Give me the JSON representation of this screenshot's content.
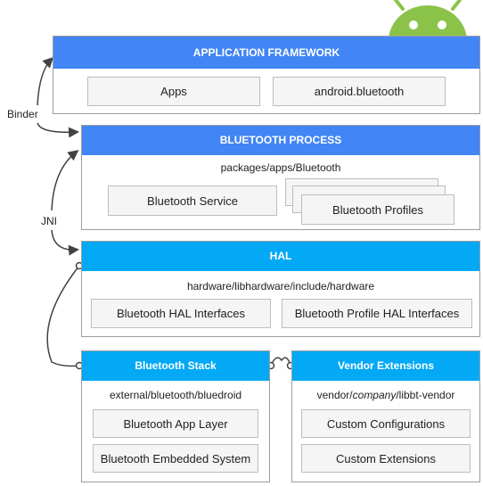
{
  "application_framework": {
    "title": "APPLICATION FRAMEWORK",
    "apps": "Apps",
    "android_bluetooth": "android.bluetooth"
  },
  "bluetooth_process": {
    "title": "BLUETOOTH PROCESS",
    "path": "packages/apps/Bluetooth",
    "service": "Bluetooth Service",
    "profiles": "Bluetooth Profiles"
  },
  "hal": {
    "title": "HAL",
    "path": "hardware/libhardware/include/hardware",
    "interfaces": "Bluetooth HAL Interfaces",
    "profile_interfaces": "Bluetooth Profile HAL Interfaces"
  },
  "bluetooth_stack": {
    "title": "Bluetooth Stack",
    "path": "external/bluetooth/bluedroid",
    "app_layer": "Bluetooth App Layer",
    "embedded_system": "Bluetooth Embedded System"
  },
  "vendor_extensions": {
    "title": "Vendor Extensions",
    "path_prefix": "vendor/",
    "path_italic": "company",
    "path_suffix": "/libbt-vendor",
    "custom_configurations": "Custom Configurations",
    "custom_extensions": "Custom Extensions"
  },
  "connectors": {
    "binder": "Binder",
    "jni": "JNI"
  },
  "colors": {
    "header_blue": "#4285f4",
    "header_teal": "#03a9f4",
    "android_green": "#8bc34a"
  },
  "icons": [
    "android-logo-icon"
  ]
}
